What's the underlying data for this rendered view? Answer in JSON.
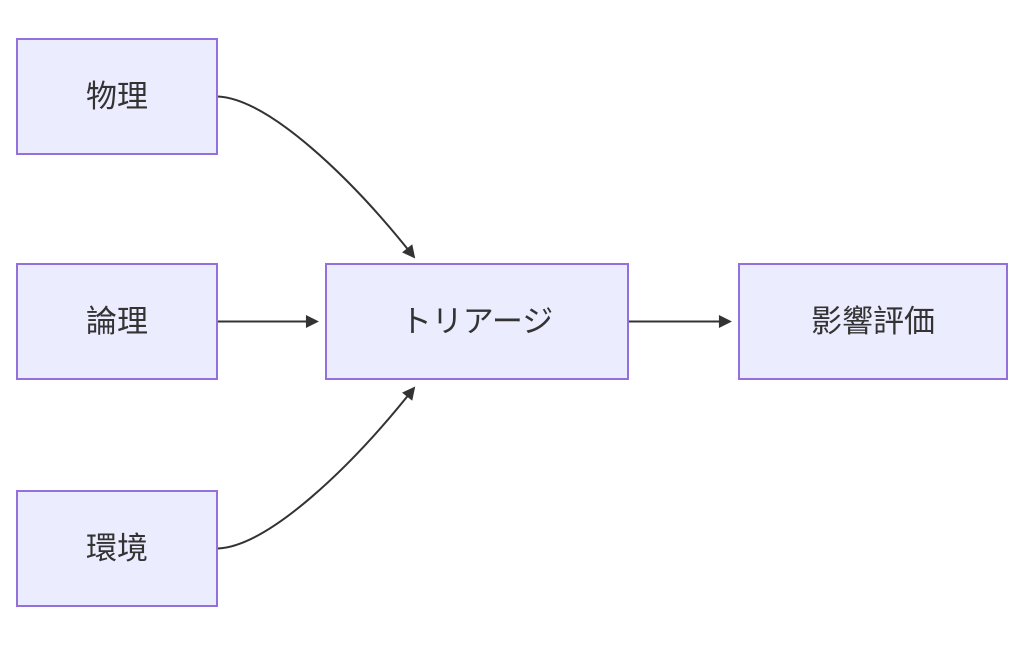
{
  "diagram": {
    "type": "flowchart",
    "direction": "LR",
    "nodes": {
      "physical": {
        "label": "物理"
      },
      "logical": {
        "label": "論理"
      },
      "environment": {
        "label": "環境"
      },
      "triage": {
        "label": "トリアージ"
      },
      "impact": {
        "label": "影響評価"
      }
    },
    "edges": [
      {
        "from": "physical",
        "to": "triage",
        "style": "curved"
      },
      {
        "from": "logical",
        "to": "triage",
        "style": "straight"
      },
      {
        "from": "environment",
        "to": "triage",
        "style": "curved"
      },
      {
        "from": "triage",
        "to": "impact",
        "style": "straight"
      }
    ],
    "colors": {
      "node_fill": "#ECECFF",
      "node_border": "#9370DB",
      "edge": "#333333",
      "text": "#333333",
      "background": "#FFFFFF"
    }
  }
}
